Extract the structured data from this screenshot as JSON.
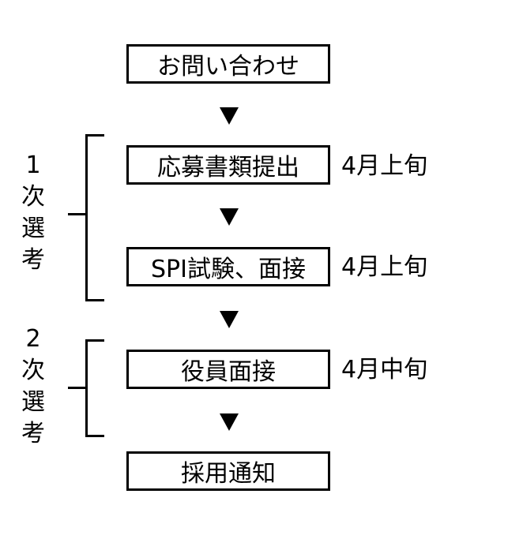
{
  "steps": [
    {
      "label": "お問い合わせ"
    },
    {
      "label": "応募書類提出",
      "date": "4月上旬"
    },
    {
      "label": "SPI試験、面接",
      "date": "4月上旬"
    },
    {
      "label": "役員面接",
      "date": "4月中旬"
    },
    {
      "label": "採用通知"
    }
  ],
  "stages": [
    {
      "number": "1",
      "chars": [
        "次",
        "選",
        "考"
      ]
    },
    {
      "number": "2",
      "chars": [
        "次",
        "選",
        "考"
      ]
    }
  ],
  "colors": {
    "line": "#000000",
    "background": "#ffffff"
  }
}
